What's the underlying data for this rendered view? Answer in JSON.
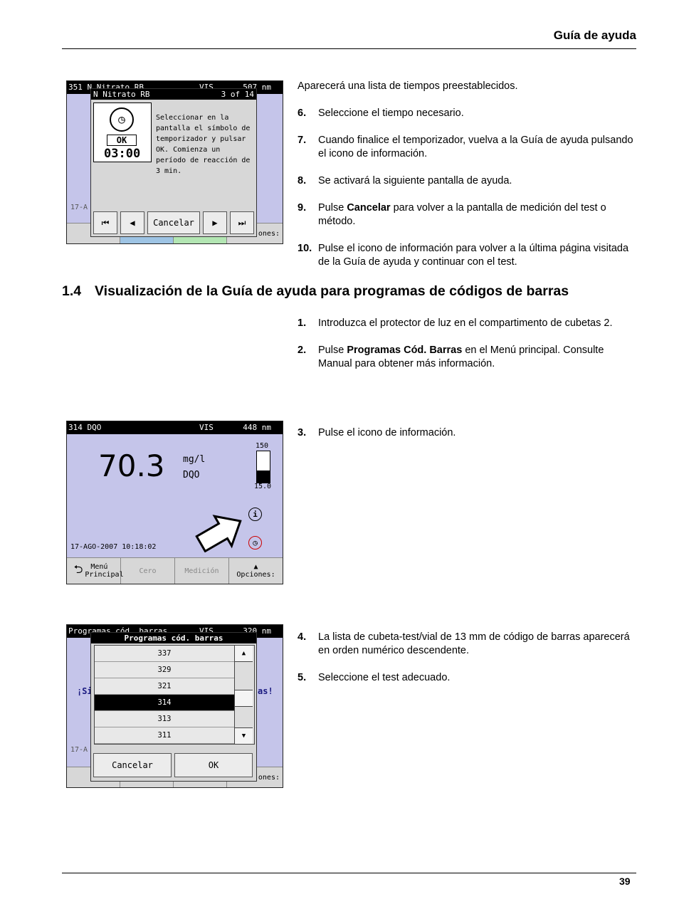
{
  "header": {
    "title": "Guía de ayuda"
  },
  "intro": "Aparecerá una lista de tiempos preestablecidos.",
  "steps_a": [
    {
      "n": "6.",
      "t": "Seleccione el tiempo necesario."
    },
    {
      "n": "7.",
      "t": "Cuando finalice el temporizador, vuelva a la Guía de ayuda pulsando el icono de información."
    },
    {
      "n": "8.",
      "t": "Se activará la siguiente pantalla de ayuda."
    },
    {
      "n": "9.",
      "pre": "Pulse ",
      "bold": "Cancelar",
      "post": " para volver a la pantalla de medición del test o método."
    },
    {
      "n": "10.",
      "t": "Pulse el icono de información para volver a la última página visitada de la Guía de ayuda y continuar con el test."
    }
  ],
  "section": {
    "number": "1.4",
    "title": "Visualización de la Guía de ayuda para programas de códigos de barras"
  },
  "steps_b": [
    {
      "n": "1.",
      "t": "Introduzca el protector de luz en el compartimento de cubetas 2."
    },
    {
      "n": "2.",
      "pre": "Pulse ",
      "bold": "Programas Cód. Barras",
      "post": " en el Menú principal. Consulte Manual para obtener más información."
    },
    {
      "n": "3.",
      "t": "Pulse el icono de información."
    },
    {
      "n": "4.",
      "t": "La lista de cubeta-test/vial de 13 mm de código de barras aparecerá en orden numérico descendente."
    },
    {
      "n": "5.",
      "t": "Seleccione el test adecuado."
    }
  ],
  "screen1": {
    "bar_title": "351 N Nitrato RB",
    "bar_vis": "VIS",
    "bar_nm": "507 nm",
    "dialog_title": "N Nitrato RB",
    "dialog_page": "3 of 14",
    "timer_ok": "OK",
    "timer_value": "03:00",
    "help_text": "Seleccionar en la pantalla el símbolo de temporizador y pulsar OK. Comienza un período de reacción de 3 min.",
    "date_stub": "17-A",
    "cancel": "Cancelar",
    "options_stub": "ones:"
  },
  "screen2": {
    "bar_title": "314 DQO",
    "bar_vis": "VIS",
    "bar_nm": "448 nm",
    "value": "70.3",
    "unit": "mg/l",
    "param": "DQO",
    "scale_max": "150",
    "scale_min": "15.0",
    "datetime": "17-AGO-2007 10:18:02",
    "btn_menu": "Menú Principal",
    "btn_zero": "Cero",
    "btn_measure": "Medición",
    "btn_options": "Opciones:"
  },
  "screen3": {
    "bar_title": "Programas cód. barras",
    "bar_vis": "VIS",
    "bar_nm": "320 nm",
    "dialog_title": "Programas cód. barras",
    "items": [
      "337",
      "329",
      "321",
      "314",
      "313",
      "311"
    ],
    "selected_index": 3,
    "bg_left": "¡Si",
    "bg_right": "as!",
    "date_stub": "17-A",
    "cancel": "Cancelar",
    "ok": "OK",
    "options_stub": "ones:"
  },
  "footer": {
    "page": "39"
  }
}
